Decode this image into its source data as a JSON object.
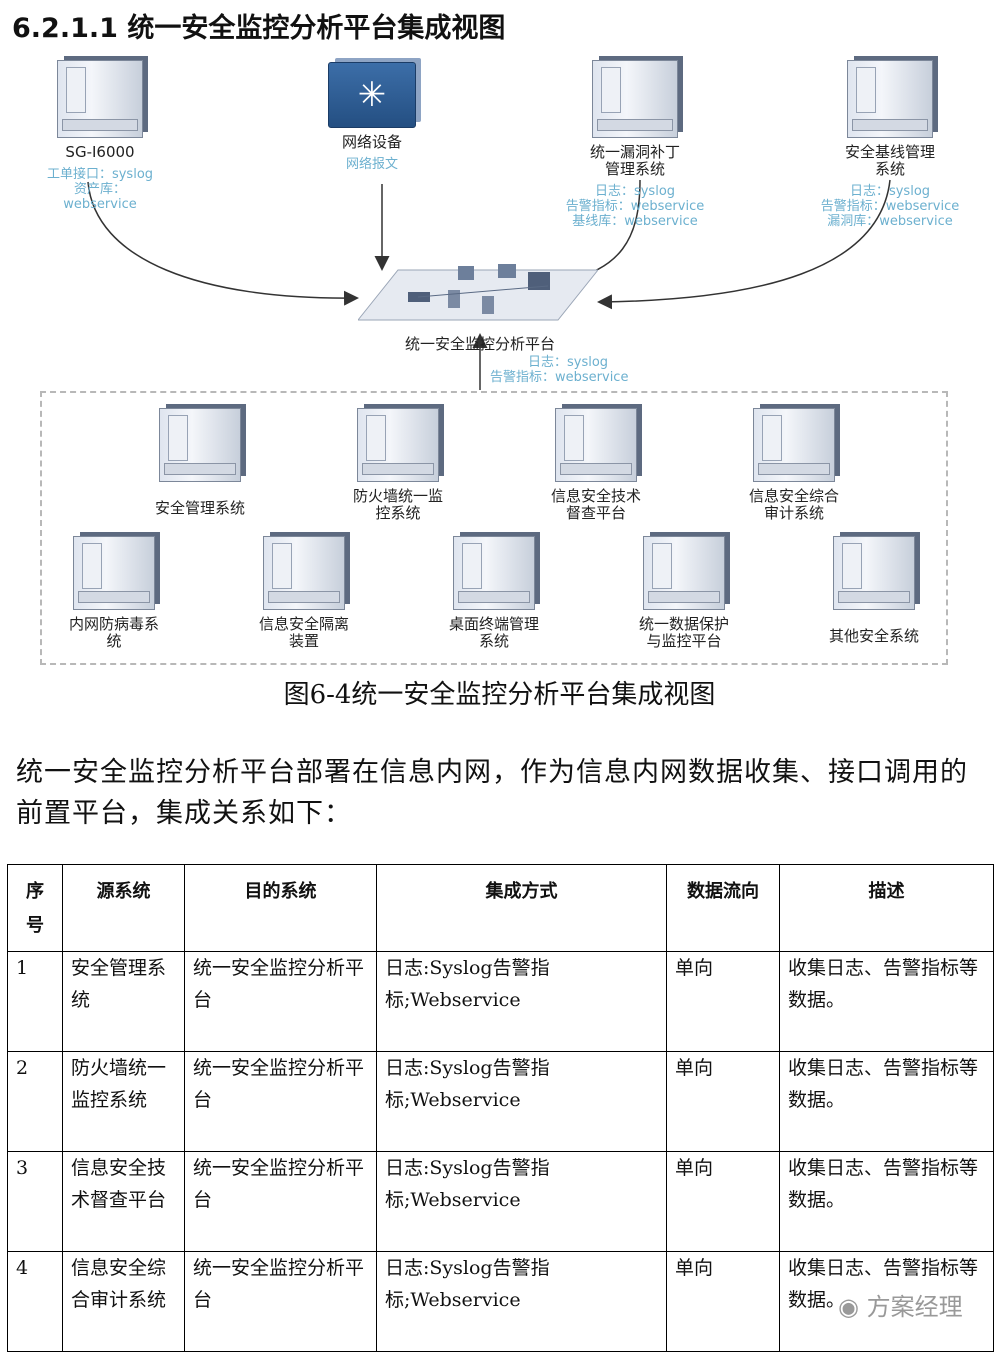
{
  "section_title": "6.2.1.1 统一安全监控分析平台集成视图",
  "diagram": {
    "top_nodes": [
      {
        "label": "SG-I6000",
        "proto": [
          "工单接口：syslog",
          "资产库：webservice"
        ]
      },
      {
        "label": "网络设备",
        "proto": [
          "网络报文"
        ]
      },
      {
        "label": "统一漏洞补丁\n管理系统",
        "proto": [
          "日志：syslog",
          "告警指标：webservice",
          "基线库：webservice"
        ]
      },
      {
        "label": "安全基线管理\n系统",
        "proto": [
          "日志：syslog",
          "告警指标：webservice",
          "漏洞库：webservice"
        ]
      }
    ],
    "platform": {
      "label": "统一安全监控分析平台",
      "proto": [
        "日志：syslog",
        "告警指标：webservice"
      ]
    },
    "bottom_row1": [
      "安全管理系统",
      "防火墙统一监\n控系统",
      "信息安全技术\n督查平台",
      "信息安全综合\n审计系统"
    ],
    "bottom_row2": [
      "内网防病毒系\n统",
      "信息安全隔离\n装置",
      "桌面终端管理\n系统",
      "统一数据保护\n与监控平台",
      "其他安全系统"
    ]
  },
  "caption": "图6-4统一安全监控分析平台集成视图",
  "paragraph": "统一安全监控分析平台部署在信息内网，作为信息内网数据收集、接口调用的前置平台，集成关系如下：",
  "table": {
    "headers": [
      "序\n号",
      "源系统",
      "目的系统",
      "集成方式",
      "数据流向",
      "描述"
    ],
    "rows": [
      [
        "1",
        "安全管理系统",
        "统一安全监控分析平台",
        "日志:Syslog告警指标;Webservice",
        "单向",
        "收集日志、告警指标等数据。"
      ],
      [
        "2",
        "防火墙统一监控系统",
        "统一安全监控分析平台",
        "日志:Syslog告警指标;Webservice",
        "单向",
        "收集日志、告警指标等数据。"
      ],
      [
        "3",
        "信息安全技术督查平台",
        "统一安全监控分析平台",
        "日志:Syslog告警指标;Webservice",
        "单向",
        "收集日志、告警指标等数据。"
      ],
      [
        "4",
        "信息安全综合审计系统",
        "统一安全监控分析平台",
        "日志:Syslog告警指标;Webservice",
        "单向",
        "收集日志、告警指标等数据。"
      ]
    ]
  },
  "watermark": "方案经理",
  "colors": {
    "proto_text": "#6cb0cf",
    "border": "#000000"
  }
}
